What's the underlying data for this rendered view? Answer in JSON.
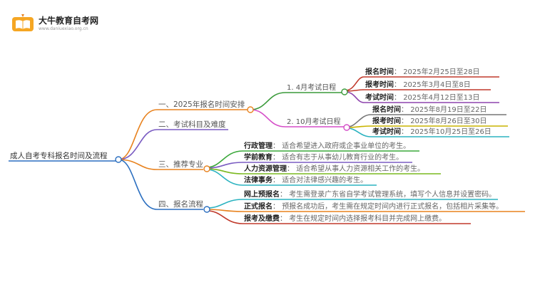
{
  "logo": {
    "title": "大牛教育自考网",
    "subtitle": "www.daniuexiao.org.cn",
    "icon": "book-icon"
  },
  "root": "成人自考专科报名时间及流程",
  "branches": [
    {
      "label": "一、2025年报名时间安排",
      "color": "#e8821e",
      "children": [
        {
          "label": "1. 4月考试日程",
          "color": "#3a9a3a",
          "items": [
            {
              "key": "报名时间",
              "value": "2025年2月25日至28日",
              "color": "#c0392b"
            },
            {
              "key": "报考时间",
              "value": "2025年3月4日至8日",
              "color": "#c0392b"
            },
            {
              "key": "考试时间",
              "value": "2025年4月12日至13日",
              "color": "#8e44ad"
            }
          ]
        },
        {
          "label": "2. 10月考试日程",
          "color": "#d54ec8",
          "items": [
            {
              "key": "报名时间",
              "value": "2025年8月19日至22日",
              "color": "#777777"
            },
            {
              "key": "报考时间",
              "value": "2025年8月26日至30日",
              "color": "#c9b400"
            },
            {
              "key": "考试时间",
              "value": "2025年10月25日至26日",
              "color": "#2bb3c0"
            }
          ]
        }
      ]
    },
    {
      "label": "二、考试科目及难度",
      "color": "#7a5cc2",
      "children": []
    },
    {
      "label": "三、推荐专业",
      "color": "#e8821e",
      "items": [
        {
          "key": "行政管理",
          "value": "适合希望进入政府或企事业单位的考生。",
          "color": "#3aa83a"
        },
        {
          "key": "学前教育",
          "value": "适合有志于从事幼儿教育行业的考生。",
          "color": "#7a5cc2"
        },
        {
          "key": "人力资源管理",
          "value": "适合希望从事人力资源相关工作的考生。",
          "color": "#7ab81e"
        },
        {
          "key": "法律事务",
          "value": "适合对法律感兴趣的考生。",
          "color": "#2bb3c0"
        }
      ]
    },
    {
      "label": "四、报名流程",
      "color": "#2b6fc0",
      "items": [
        {
          "key": "网上预报名",
          "value": "考生需登录广东省自学考试管理系统，填写个人信息并设置密码。",
          "color": "#2bb3c0"
        },
        {
          "key": "正式报名",
          "value": "预报名成功后，考生需在规定时间内进行正式报名，包括相片采集等。",
          "color": "#e8821e"
        },
        {
          "key": "报考及缴费",
          "value": "考生在规定时间内选择报考科目并完成网上缴费。",
          "color": "#c0392b"
        }
      ]
    }
  ]
}
